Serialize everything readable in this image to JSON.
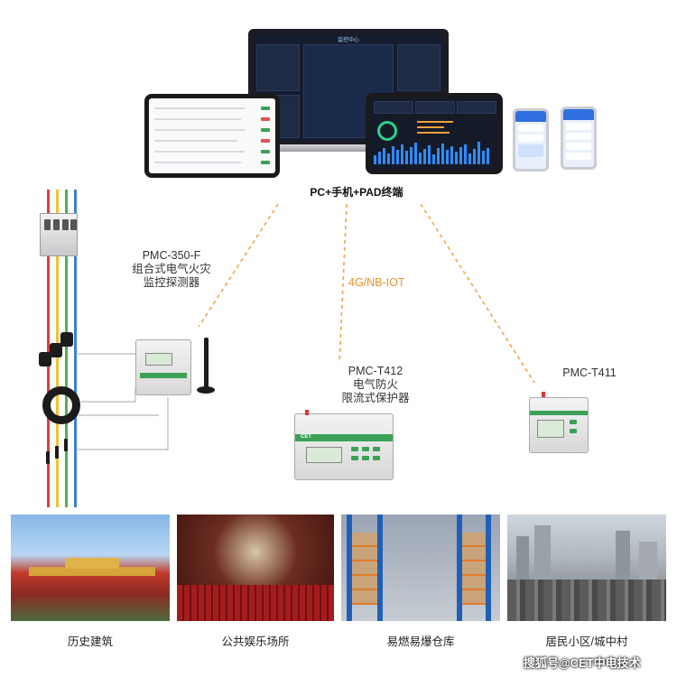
{
  "terminal": {
    "caption": "PC+手机+PAD终端",
    "dashboard_title": "监控中心"
  },
  "network": {
    "label": "4G/NB-IOT",
    "line_color": "#f0a54a"
  },
  "devices": [
    {
      "model": "PMC-350-F",
      "name_lines": [
        "组合式电气火灾",
        "监控探测器"
      ]
    },
    {
      "model": "PMC-T412",
      "name_lines": [
        "电气防火",
        "限流式保护器"
      ]
    },
    {
      "model": "PMC-T411",
      "name_lines": []
    }
  ],
  "module_badge": "CET",
  "scenes": [
    {
      "label": "历史建筑",
      "icon": "palace-photo"
    },
    {
      "label": "公共娱乐场所",
      "icon": "theater-photo"
    },
    {
      "label": "易燃易爆仓库",
      "icon": "warehouse-photo"
    },
    {
      "label": "居民小区/城中村",
      "icon": "city-photo"
    }
  ],
  "watermark": "搜狐号@CET中电技术",
  "colors": {
    "wire_red": "#e23b3b",
    "wire_yellow": "#f1c232",
    "wire_green": "#4fb34f",
    "wire_blue": "#3a7fd6",
    "accent_orange": "#e8912c"
  }
}
